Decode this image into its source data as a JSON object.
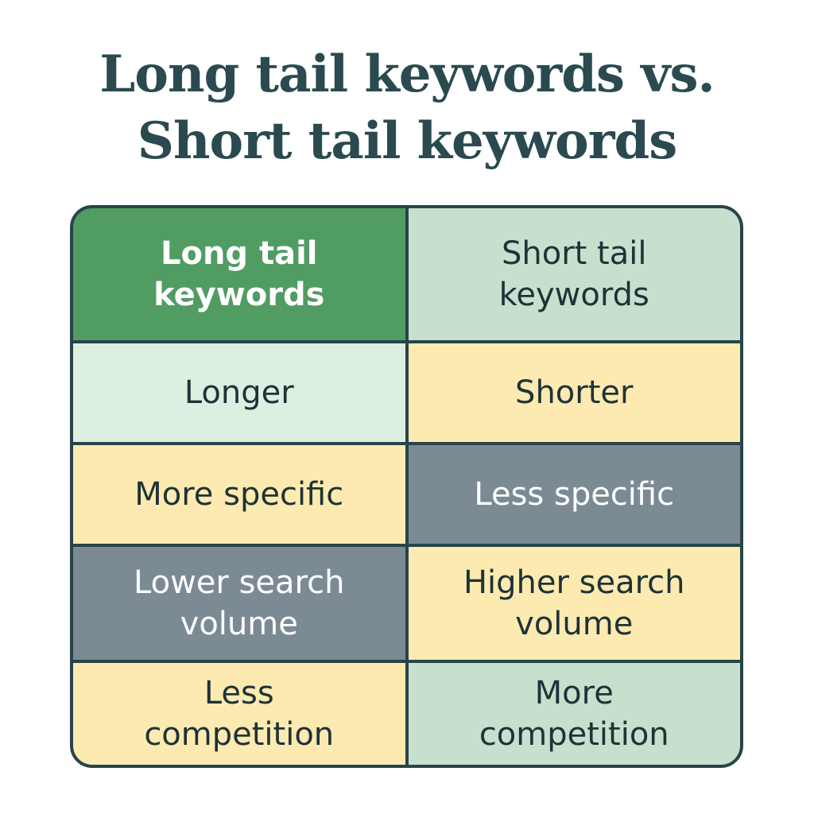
{
  "title": {
    "line1": "Long tail keywords vs.",
    "line2": "Short tail keywords"
  },
  "headers": {
    "long": "Long tail\nkeywords",
    "short": "Short tail\nkeywords"
  },
  "rows": [
    {
      "long": "Longer",
      "short": "Shorter"
    },
    {
      "long": "More specific",
      "short": "Less specific"
    },
    {
      "long": "Lower search volume",
      "short": "Higher search volume"
    },
    {
      "long": "Less competition",
      "short": "More competition"
    }
  ],
  "colors": {
    "title": "#2a4a4f",
    "border": "#27444a",
    "green": "#519c63",
    "mint": "#c6e0cd",
    "light_mint": "#dcefe1",
    "yellow": "#fdeab0",
    "slate": "#7c8a93"
  }
}
